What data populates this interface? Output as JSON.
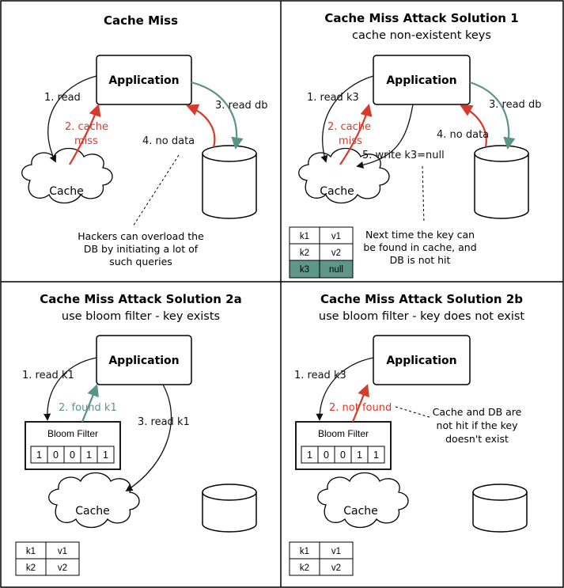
{
  "colors": {
    "red": "#d9382a",
    "green": "#5a9487",
    "highlight": "#5e9788"
  },
  "panels": [
    {
      "title": "Cache Miss",
      "subtitle": "",
      "application": "Application",
      "cache": "Cache",
      "labels": [
        "1. read",
        "2. cache",
        "miss",
        "4. no data",
        "3. read db"
      ],
      "note": [
        "Hackers can overload the",
        "DB by initiating a lot of",
        "such queries"
      ]
    },
    {
      "title": "Cache Miss Attack Solution 1",
      "subtitle": "cache non-existent keys",
      "application": "Application",
      "cache": "Cache",
      "labels": [
        "1. read k3",
        "2. cache",
        "miss",
        "4. no data",
        "3. read db",
        "5. write k3=null"
      ],
      "note": [
        "Next time the key can",
        "be found in cache, and",
        "DB is not hit"
      ],
      "table": [
        [
          "k1",
          "v1"
        ],
        [
          "k2",
          "v2"
        ],
        [
          "k3",
          "null"
        ]
      ]
    },
    {
      "title": "Cache Miss Attack Solution 2a",
      "subtitle": "use bloom filter - key exists",
      "application": "Application",
      "cache": "Cache",
      "labels": [
        "1. read k1",
        "2. found k1",
        "3. read k1"
      ],
      "bloom_title": "Bloom Filter",
      "bits": [
        "1",
        "0",
        "0",
        "1",
        "1"
      ],
      "table": [
        [
          "k1",
          "v1"
        ],
        [
          "k2",
          "v2"
        ]
      ]
    },
    {
      "title": "Cache Miss Attack Solution 2b",
      "subtitle": "use bloom filter - key does not exist",
      "application": "Application",
      "cache": "Cache",
      "labels": [
        "1. read k3",
        "2. not found"
      ],
      "note": [
        "Cache and DB are",
        "not hit if the key",
        "doesn't exist"
      ],
      "bloom_title": "Bloom Filter",
      "bits": [
        "1",
        "0",
        "0",
        "1",
        "1"
      ],
      "table": [
        [
          "k1",
          "v1"
        ],
        [
          "k2",
          "v2"
        ]
      ]
    }
  ]
}
